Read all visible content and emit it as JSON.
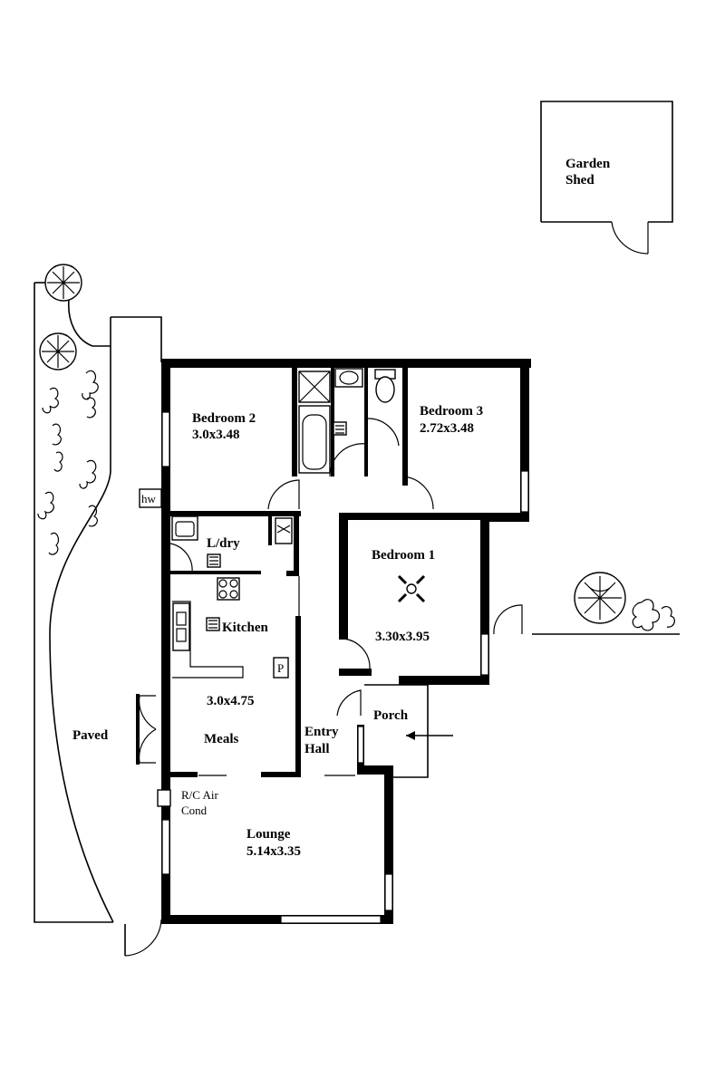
{
  "plan": {
    "rooms": {
      "garden_shed": {
        "line1": "Garden",
        "line2": "Shed"
      },
      "bedroom2": {
        "name": "Bedroom 2",
        "size": "3.0x3.48"
      },
      "bedroom3": {
        "name": "Bedroom 3",
        "size": "2.72x3.48"
      },
      "bedroom1": {
        "name": "Bedroom 1",
        "size": "3.30x3.95"
      },
      "laundry": {
        "name": "L/dry"
      },
      "kitchen": {
        "name": "Kitchen",
        "size": "3.0x4.75"
      },
      "meals": {
        "name": "Meals"
      },
      "entry_hall": {
        "line1": "Entry",
        "line2": "Hall"
      },
      "porch": {
        "name": "Porch"
      },
      "lounge": {
        "name": "Lounge",
        "size": "5.14x3.35"
      },
      "paved": {
        "name": "Paved"
      }
    },
    "fixtures": {
      "hot_water": "hw",
      "pantry": "P",
      "air_cond_line1": "R/C Air",
      "air_cond_line2": "Cond"
    }
  }
}
